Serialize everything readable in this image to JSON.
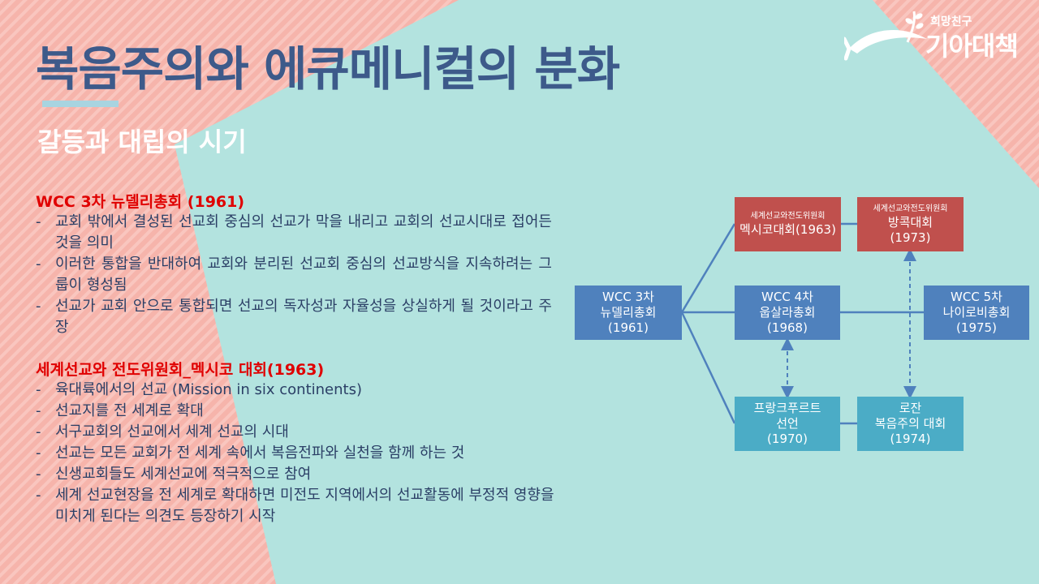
{
  "slide": {
    "title": "복음주의와 에큐메니컬의 분화",
    "subtitle": "갈등과 대립의 시기"
  },
  "logo": {
    "small": "희망친구",
    "big": "기아대책"
  },
  "section1": {
    "heading": "WCC 3차 뉴델리총회 (1961)",
    "items": [
      "교회 밖에서 결성된 선교회 중심의 선교가 막을 내리고 교회의 선교시대로 접어든 것을 의미",
      "이러한 통합을 반대하여 교회와 분리된 선교회 중심의 선교방식을 지속하려는 그룹이 형성됨",
      "선교가 교회 안으로 통합되면 선교의 독자성과 자율성을 상실하게 될 것이라고 주장"
    ]
  },
  "section2": {
    "heading": "세계선교와 전도위원회_멕시코 대회(1963)",
    "items": [
      "육대륙에서의 선교 (Mission in six continents)",
      "선교지를 전 세계로 확대",
      "서구교회의 선교에서 세계 선교의 시대",
      "선교는 모든 교회가 전 세계 속에서 복음전파와 실천을 함께 하는 것",
      "신생교회들도 세계선교에 적극적으로 참여",
      "세계 선교현장을 전 세계로 확대하면 미전도 지역에서의 선교활동에 부정적 영향을 미치게 된다는 의견도 등장하기 시작"
    ]
  },
  "diagram": {
    "dash": "-",
    "nodes": {
      "newdelhi": {
        "lines": [
          "WCC 3차",
          "뉴델리총회",
          "(1961)"
        ]
      },
      "mexico": {
        "small": "세계선교와전도위원회",
        "lines": [
          "멕시코대회(1963)"
        ]
      },
      "bangkok": {
        "small": "세계선교와전도위원회",
        "lines": [
          "방콕대회",
          "(1973)"
        ]
      },
      "uppsala": {
        "lines": [
          "WCC 4차",
          "웁살라총회",
          "(1968)"
        ]
      },
      "nairobi": {
        "lines": [
          "WCC 5차",
          "나이로비총회",
          "(1975)"
        ]
      },
      "frankfurt": {
        "lines": [
          "프랑크푸르트",
          "선언",
          "(1970)"
        ]
      },
      "lausanne": {
        "lines": [
          "로잔",
          "복음주의 대회",
          "(1974)"
        ]
      }
    },
    "colors": {
      "red": "#c0504d",
      "blue": "#4f81bd",
      "teal": "#4bacc6",
      "line": "#4f81bd"
    }
  },
  "background": {
    "teal": "#b3e3df",
    "pink": "#f6b4ab"
  }
}
